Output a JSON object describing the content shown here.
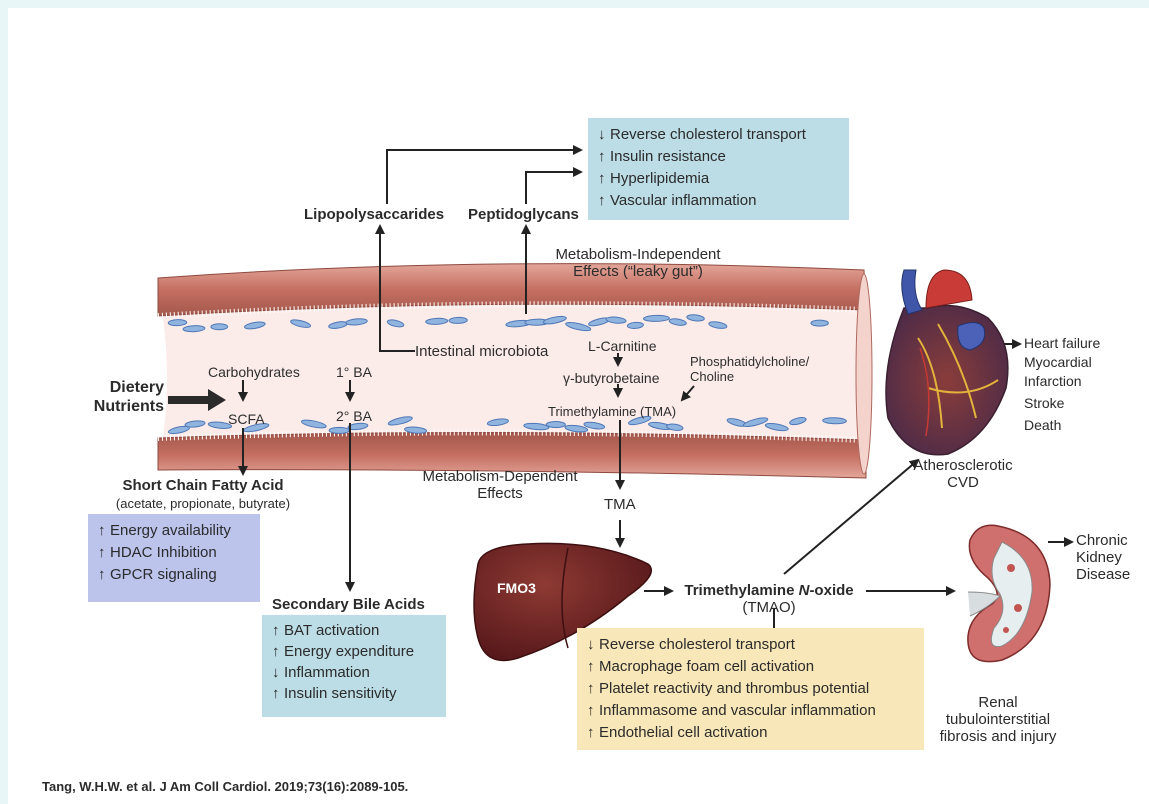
{
  "gut": {
    "lps": "Lipopolysaccarides",
    "peptido": "Peptidoglycans",
    "independent": [
      "Metabolism-Independent",
      "Effects (“leaky gut”)"
    ],
    "microbiota": "Intestinal microbiota",
    "carbs": "Carbohydrates",
    "primary_ba": "1° BA",
    "secondary_ba": "2° BA",
    "scfa": "SCFA",
    "carnitine": "L-Carnitine",
    "butyrobetaine": "γ-butyrobetaine",
    "phosphatidyl": [
      "Phosphatidylcholine/",
      "Choline"
    ],
    "tma_full": "Trimethylamine (TMA)",
    "dependent": [
      "Metabolism-Dependent",
      "Effects"
    ]
  },
  "dietary": [
    "Dietery",
    "Nutrients"
  ],
  "top_box": {
    "rows": [
      {
        "mark": "↓",
        "text": "Reverse cholesterol transport"
      },
      {
        "mark": "↑",
        "text": "Insulin resistance"
      },
      {
        "mark": "↑",
        "text": "Hyperlipidemia"
      },
      {
        "mark": "↑",
        "text": "Vascular inflammation"
      }
    ]
  },
  "scfa_section": {
    "title": "Short Chain Fatty Acid",
    "subtitle": "(acetate, propionate, butyrate)",
    "rows": [
      {
        "mark": "↑",
        "text": "Energy availability"
      },
      {
        "mark": "↑",
        "text": "HDAC Inhibition"
      },
      {
        "mark": "↑",
        "text": "GPCR signaling"
      }
    ]
  },
  "bile_section": {
    "title": "Secondary Bile Acids",
    "rows": [
      {
        "mark": "↑",
        "text": "BAT activation"
      },
      {
        "mark": "↑",
        "text": "Energy expenditure"
      },
      {
        "mark": "↓",
        "text": "Inflammation"
      },
      {
        "mark": "↑",
        "text": "Insulin sensitivity"
      }
    ]
  },
  "tma_label": "TMA",
  "liver_label": "FMO3",
  "tmao": {
    "line1_a": "Trimethylamine ",
    "line1_b": "N",
    "line1_c": "-oxide",
    "line2": "(TMAO)"
  },
  "tmao_box": {
    "rows": [
      {
        "mark": "↓",
        "text": "Reverse cholesterol transport"
      },
      {
        "mark": "↑",
        "text": "Macrophage foam cell activation"
      },
      {
        "mark": "↑",
        "text": "Platelet reactivity and thrombus potential"
      },
      {
        "mark": "↑",
        "text": "Inflammasome and vascular inflammation"
      },
      {
        "mark": "↑",
        "text": "Endothelial cell activation"
      }
    ]
  },
  "heart": {
    "outcomes": [
      "Heart failure",
      "Myocardial",
      "Infarction",
      "Stroke",
      "Death"
    ],
    "label": [
      "Atherosclerotic",
      "CVD"
    ]
  },
  "kidney": {
    "outcome": [
      "Chronic",
      "Kidney",
      "Disease"
    ],
    "label": [
      "Renal",
      "tubulointerstitial",
      "fibrosis and injury"
    ]
  },
  "citation": "Tang, W.H.W. et al. J Am Coll Cardiol. 2019;73(16):2089-105.",
  "colors": {
    "page_bg": "#e9f6f8",
    "blue_box": "#bcdde6",
    "lilac_box": "#bcc4ec",
    "yellow_box": "#f8e7b8",
    "gut_wall": "#c87466",
    "liver": "#6b1f1c"
  }
}
